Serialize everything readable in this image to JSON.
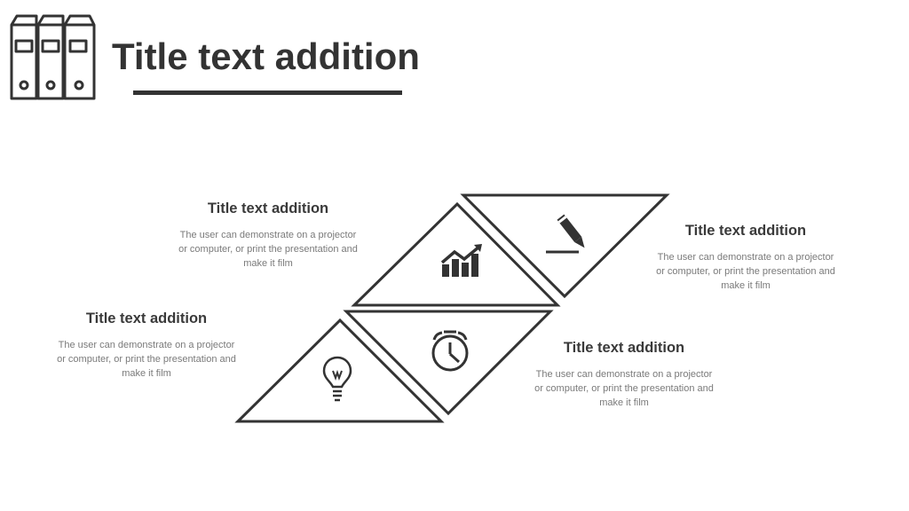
{
  "header": {
    "title": "Title text addition",
    "logo_icon": "binders-icon"
  },
  "colors": {
    "primary": "#333333",
    "text_muted": "#7a7a7a",
    "background": "#ffffff"
  },
  "blocks": [
    {
      "title": "Title text addition",
      "lines": [
        "The user can demonstrate on a projector",
        "or computer, or print the presentation and",
        "make it film"
      ],
      "icon": "growth-chart-icon"
    },
    {
      "title": "Title text addition",
      "lines": [
        "The user can demonstrate on a projector",
        "or computer, or print the presentation and",
        "make it film"
      ],
      "icon": "pencil-icon"
    },
    {
      "title": "Title text addition",
      "lines": [
        "The user can demonstrate on a projector",
        "or computer, or print the presentation and",
        "make it film"
      ],
      "icon": "lightbulb-icon"
    },
    {
      "title": "Title text addition",
      "lines": [
        "The user can demonstrate on a projector",
        "or computer, or print the presentation and",
        "make it film"
      ],
      "icon": "stopwatch-icon"
    }
  ]
}
